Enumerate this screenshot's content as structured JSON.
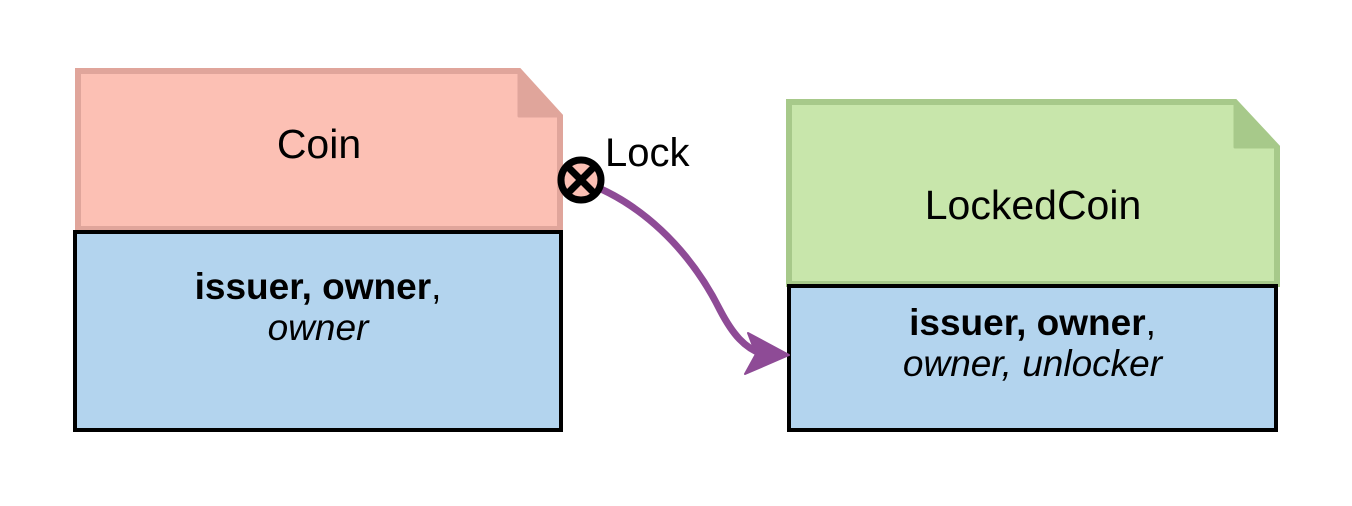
{
  "diagram": {
    "type": "uml-class-refinement",
    "background": "#ffffff",
    "nodes": [
      {
        "id": "coin",
        "title": "Coin",
        "header_fill": "#fcc0b4",
        "header_fold_fill": "#e0a59b",
        "header_stroke": "#e0a59b",
        "attr_fill": "#b3d4ee",
        "attr_stroke": "#000000",
        "attributes": [
          {
            "text": "issuer, owner",
            "style": "bold"
          },
          {
            "text": ",",
            "style": "regular"
          },
          {
            "text": "owner",
            "style": "italic"
          }
        ],
        "attributes_line1_bold": "issuer, owner",
        "attributes_line1_tail": ",",
        "attributes_line2_italic": "owner"
      },
      {
        "id": "lockedcoin",
        "title": "LockedCoin",
        "header_fill": "#c8e6ab",
        "header_fold_fill": "#a7c98a",
        "header_stroke": "#a7c98a",
        "attr_fill": "#b3d4ee",
        "attr_stroke": "#000000",
        "attributes": [
          {
            "text": "issuer, owner",
            "style": "bold"
          },
          {
            "text": ",",
            "style": "regular"
          },
          {
            "text": "owner, unlocker",
            "style": "italic"
          }
        ],
        "attributes_line1_bold": "issuer, owner",
        "attributes_line1_tail": ",",
        "attributes_line2_italic": "owner, unlocker"
      }
    ],
    "edge": {
      "label": "Lock",
      "color": "#8e4b96",
      "source_marker": "crossed-circle",
      "source_marker_fill": "#fcc0b4",
      "source_marker_stroke": "#000000",
      "target_marker": "solid-arrowhead",
      "from": "coin",
      "to": "lockedcoin"
    }
  }
}
